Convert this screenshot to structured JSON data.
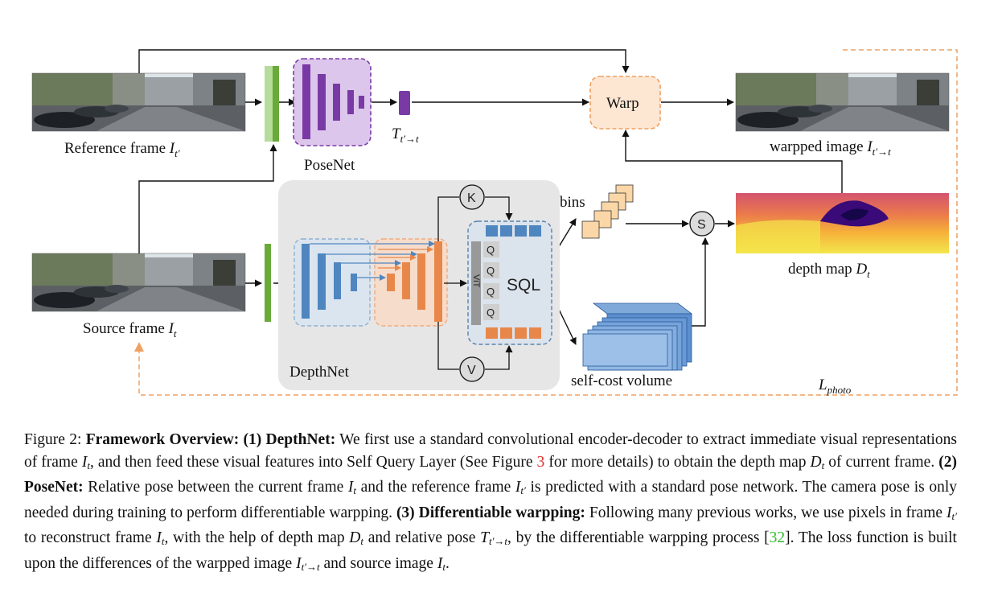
{
  "figure": {
    "reference_frame_label": "Reference frame",
    "reference_frame_var": "I",
    "reference_frame_sub": "t′",
    "source_frame_label": "Source frame",
    "source_frame_var": "I",
    "source_frame_sub": "t",
    "posenet_label": "PoseNet",
    "transform_var": "T",
    "transform_sub": "t′→t",
    "warp_label": "Warp",
    "warpped_image_label": "warpped image",
    "warpped_image_var": "I",
    "warpped_image_sub": "t′→t",
    "depthnet_label": "DepthNet",
    "k_label": "K",
    "v_label": "V",
    "vit_label": "ViT",
    "q_label": "Q",
    "sql_label": "SQL",
    "bins_label": "bins",
    "s_label": "S",
    "depth_map_label": "depth map",
    "depth_map_var": "D",
    "depth_map_sub": "t",
    "cost_volume_label": "self-cost volume",
    "loss_var": "L",
    "loss_sub": "photo",
    "colors": {
      "green": "#6aaa3a",
      "light_green": "#b5dc9a",
      "purple": "#7a3aa5",
      "purple_bg": "#dcc6ec",
      "blue": "#4f86c0",
      "orange": "#e8874a",
      "orange_dashed": "#f0a060",
      "gray_panel": "#e6e6e6"
    }
  },
  "caption": {
    "fig_num": "Figure 2:",
    "heading": "Framework Overview:",
    "p1_head": "(1) DepthNet:",
    "p1_a": " We first use a standard convolutional encoder-decoder to extract immediate visual representations of frame ",
    "p1_b": ", and then feed these visual features into Self Query Layer (See Figure ",
    "p1_ref": "3",
    "p1_c": " for more details) to obtain the depth map ",
    "p1_d": " of current frame. ",
    "p2_head": "(2) PoseNet:",
    "p2_a": " Relative pose between the current frame ",
    "p2_b": " and the reference frame ",
    "p2_c": " is predicted with a standard pose network. The camera pose is only needed during training to perform differentiable warpping. ",
    "p3_head": "(3) Differentiable warpping:",
    "p3_a": " Following many previous works, we use pixels in frame ",
    "p3_b": " to reconstruct frame ",
    "p3_c": ", with the help of depth map ",
    "p3_d": " and relative pose ",
    "p3_e": ", by the differentiable warpping process [",
    "p3_ref": "32",
    "p3_f": "]. The loss function is built upon the differences of the warpped image ",
    "p3_g": " and source image ",
    "p3_h": "."
  }
}
